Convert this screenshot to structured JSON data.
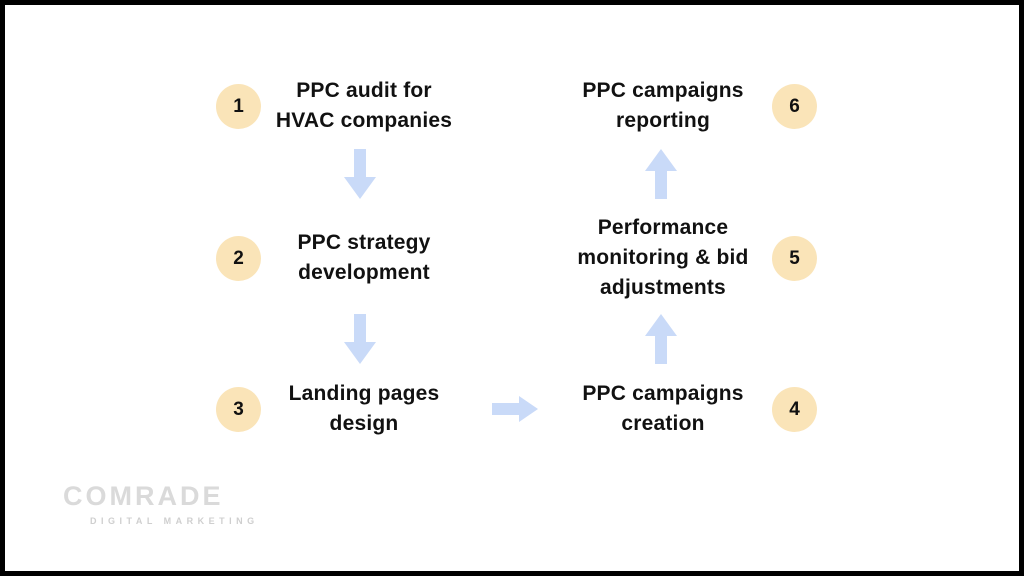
{
  "colors": {
    "page_bg": "#FFFFFF",
    "border_color": "#000000",
    "badge_fill": "#FAE4B8",
    "arrow_fill": "#C9DAF8",
    "text_color": "#111111",
    "logo_color": "#DADADA",
    "tagline_color": "#CFCFCF"
  },
  "steps": [
    {
      "number": "1",
      "lines": [
        "PPC audit for",
        "HVAC companies"
      ]
    },
    {
      "number": "2",
      "lines": [
        "PPC strategy",
        "development"
      ]
    },
    {
      "number": "3",
      "lines": [
        "Landing pages",
        "design"
      ]
    },
    {
      "number": "4",
      "lines": [
        "PPC campaigns",
        "creation"
      ]
    },
    {
      "number": "5",
      "lines": [
        "Performance",
        "monitoring & bid",
        "adjustments"
      ]
    },
    {
      "number": "6",
      "lines": [
        "PPC campaigns",
        "reporting"
      ]
    }
  ],
  "flow": [
    "step-1 -> step-2 (down arrow)",
    "step-2 -> step-3 (down arrow)",
    "step-3 -> step-4 (right arrow)",
    "step-4 -> step-5 (up arrow)",
    "step-5 -> step-6 (up arrow)"
  ],
  "logo": {
    "brand": "COMRADE",
    "tagline": "DIGITAL MARKETING"
  }
}
